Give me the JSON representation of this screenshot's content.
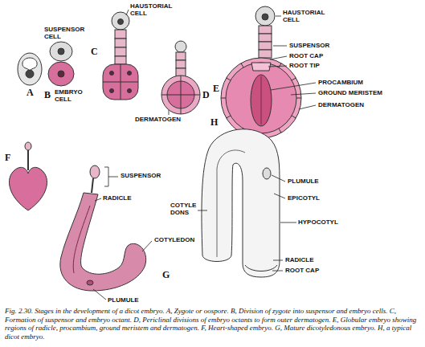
{
  "diagram": {
    "caption": "Fig. 2.30. Stages in the development of a dicot embryo. A, Zygote or oospore. B, Division of zygote into suspensor and embryo cells. C, Formation of suspensor and embryo octant. D, Periclinal divisions of embryo octants to form outer dermatogen. E, Globular embryo showing regions of radicle, procambium, ground meristem and dermatogen. F, Heart-shaped embryo. G, Mature dicotyledonous embryo. H, a typical dicot embryo.",
    "labels": [
      "HAUSTORIAL CELL",
      "SUSPENSOR CELL",
      "A",
      "B",
      "C",
      "D",
      "E",
      "HAUSTORIAL CELL",
      "SUSPENSOR",
      "ROOT CAP",
      "ROOT TIP",
      "PROCAMBIUM",
      "GROUND MERISTEM",
      "DERMATOGEN",
      "EMBRYO CELL",
      "DERMATOGEN",
      "F",
      "SUSPENSOR",
      "RADICLE",
      "COTYLEDON",
      "PLUMULE",
      "G",
      "H",
      "PLUMULE",
      "EPICOTYL",
      "COTYLE DONS",
      "HYPOCOTYL",
      "RADICLE",
      "ROOT CAP"
    ]
  }
}
